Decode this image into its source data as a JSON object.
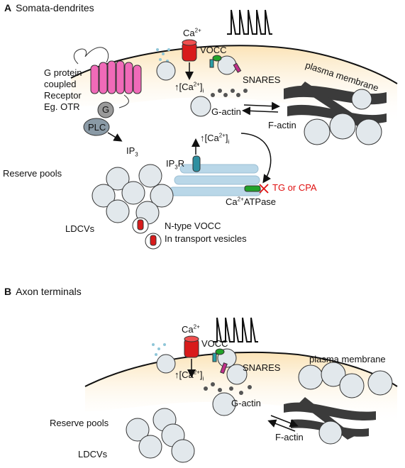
{
  "panelA": {
    "letter": "A",
    "title": "Somata-dendrites",
    "ca_label": "Ca",
    "ca_sup": "2+",
    "vocc": "VOCC",
    "plasma_membrane": "plasma membrane",
    "snares": "SNARES",
    "gpcr_lines": [
      "G protein",
      "coupled",
      "Receptor",
      "Eg. OTR"
    ],
    "g_letter": "G",
    "plc": "PLC",
    "ca_i_1": "↑[Ca",
    "ca_i_sup": "2+",
    "ca_i_close": "]",
    "ca_i_sub": "i",
    "g_actin": "G-actin",
    "f_actin": "F-actin",
    "ip3": "IP",
    "ip3_sub": "3",
    "ip3r": "IP",
    "ip3r_sub": "3",
    "ip3r_r": "R",
    "tg_cpa": "TG or CPA",
    "ca_atpase_a": "Ca",
    "ca_atpase_sup": "2+",
    "ca_atpase_b": "ATPase",
    "reserve_pools": "Reserve pools",
    "ldcvs": "LDCVs",
    "ntype_1": "N-type VOCC",
    "ntype_2": "In transport vesicles"
  },
  "panelB": {
    "letter": "B",
    "title": "Axon terminals",
    "ca_label": "Ca",
    "ca_sup": "2+",
    "vocc": "VOCC",
    "plasma_membrane": "plasma membrane",
    "snares": "SNARES",
    "ca_i_1": "↑[Ca",
    "ca_i_sup": "2+",
    "ca_i_close": "]",
    "ca_i_sub": "i",
    "g_actin": "G-actin",
    "f_actin": "F-actin",
    "reserve_pools": "Reserve pools",
    "ldcvs": "LDCVs"
  },
  "colors": {
    "cytoplasm": "#fbe3b6",
    "gpcr": "#f06ab8",
    "vocc_red": "#d81b1b",
    "snare_green": "#22a32a",
    "snare_teal": "#2aa0a8",
    "snare_magenta": "#c0308a",
    "er": "#b9d7e8",
    "ip3r": "#2e8fa0",
    "g_protein": "#9a9a9a",
    "plc": "#8a9aa6",
    "vesicle_fill": "#e2e8ec",
    "tg_red": "#e01010"
  }
}
